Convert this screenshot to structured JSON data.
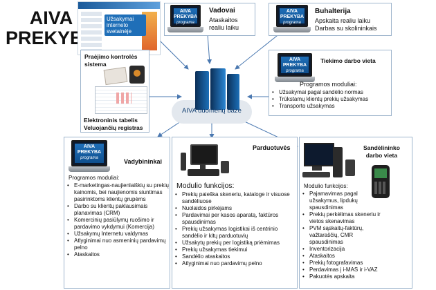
{
  "brand": {
    "line1": "AIVA",
    "line2": "PREKYBA"
  },
  "hub": {
    "label": "AIVA duomenų bazė"
  },
  "laptop": {
    "line1": "AIVA",
    "line2": "PREKYBA",
    "line3": "programa"
  },
  "shop_site": {
    "text": "Užsakymai interneto svetainėje"
  },
  "vadovai": {
    "title": "Vadovai",
    "text": "Ataskaitos realiu laiku"
  },
  "buhalterija": {
    "title": "Buhalterija",
    "line1": "Apskaita realiu laiku",
    "line2": "Darbas su skolininkais"
  },
  "praejimo": {
    "title": "Praėjimo kontrolės sistema",
    "footer1": "Elektroninis tabelis",
    "footer2": "Veluojančių registras"
  },
  "tiekimo": {
    "title": "Tiekimo darbo vieta",
    "modules_title": "Programos moduliai:",
    "items": [
      "Užsakymai pagal sandėlio normas",
      "Trūkstamų klientų prekių užsakymas",
      "Transporto užsakymas"
    ]
  },
  "vadybininkai": {
    "title": "Vadybininkai",
    "modules_title": "Programos moduliai:",
    "items": [
      "E-marketingas-naujienlaiškių su prekių kainomis, bei naujienomis siuntimas pasirinktoms klientų grupėms",
      "Darbo su klientų paklausimais planavimas (CRM)",
      "Komercinių pasiūlymų ruošimo ir pardavimo vykdymui (Komercija)",
      "Užsakymų Internetu valdymas",
      "Atlyginimai nuo asmeninių pardavimų pelno",
      "Ataskaitos"
    ]
  },
  "parduotuves": {
    "title": "Parduotuvės",
    "modules_title": "Modulio funkcijos:",
    "items": [
      "Prekių paieška skeneriu, kataloge ir visuose sandėliuose",
      "Nuolaidos pirkėjams",
      "Pardavimai per kasos aparatą, faktūros spausdinimas",
      "Prekių užsakymas logistikai iš centrinio sandėlio ir kitų parduotuvių",
      "Užsakytų prekių per logistiką priėmimas",
      "Prekių užsakymas tiekimui",
      "Sandėlio ataskaitos",
      "Atlyginimai nuo pardavimų pelno"
    ]
  },
  "sandelininko": {
    "title1": "Sandėlininko",
    "title2": "darbo vieta",
    "modules_title": "Modulio funkcijos:",
    "items": [
      "Pajamavimas pagal užsakymus, lipdukų spausdinimas",
      "Prekių perkėlimas skeneriu ir vietos skenavimas",
      "PVM sąskaitų-faktūrų, važtaraščių, CMR spausdinimas",
      "Inventorizacija",
      "Ataskaitos",
      "Prekių fotografavimas",
      "Perdavimas į i-MAS ir i-VAZ",
      "Pakuotės apskaita"
    ]
  },
  "colors": {
    "border": "#9db4cc",
    "arrow": "#4a78b0",
    "screen": "#1f6fb8"
  }
}
